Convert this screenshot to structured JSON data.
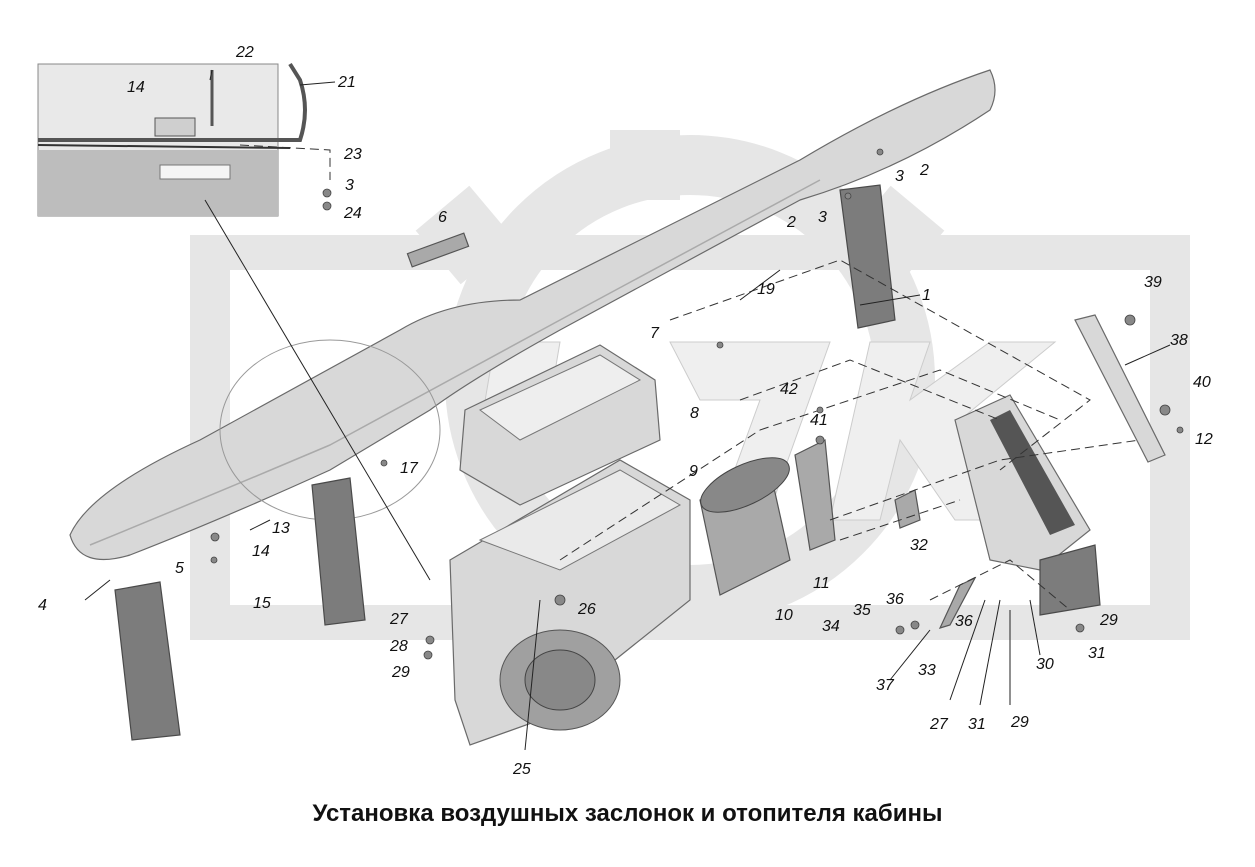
{
  "caption": "Установка воздушных заслонок и отопителя кабины",
  "watermark_logo": "КАМАЗ gear emblem",
  "colors": {
    "background": "#ffffff",
    "part_light": "#d8d8d8",
    "part_dark": "#7c7c7c",
    "watermark": "#e4e4e4"
  },
  "callouts": [
    "1",
    "2",
    "2",
    "3",
    "3",
    "3",
    "4",
    "5",
    "6",
    "7",
    "8",
    "9",
    "10",
    "11",
    "12",
    "13",
    "14",
    "14",
    "15",
    "17",
    "19",
    "21",
    "22",
    "23",
    "24",
    "25",
    "26",
    "27",
    "27",
    "28",
    "29",
    "29",
    "29",
    "30",
    "31",
    "31",
    "32",
    "33",
    "34",
    "35",
    "36",
    "36",
    "37",
    "38",
    "39",
    "40",
    "41",
    "42"
  ]
}
